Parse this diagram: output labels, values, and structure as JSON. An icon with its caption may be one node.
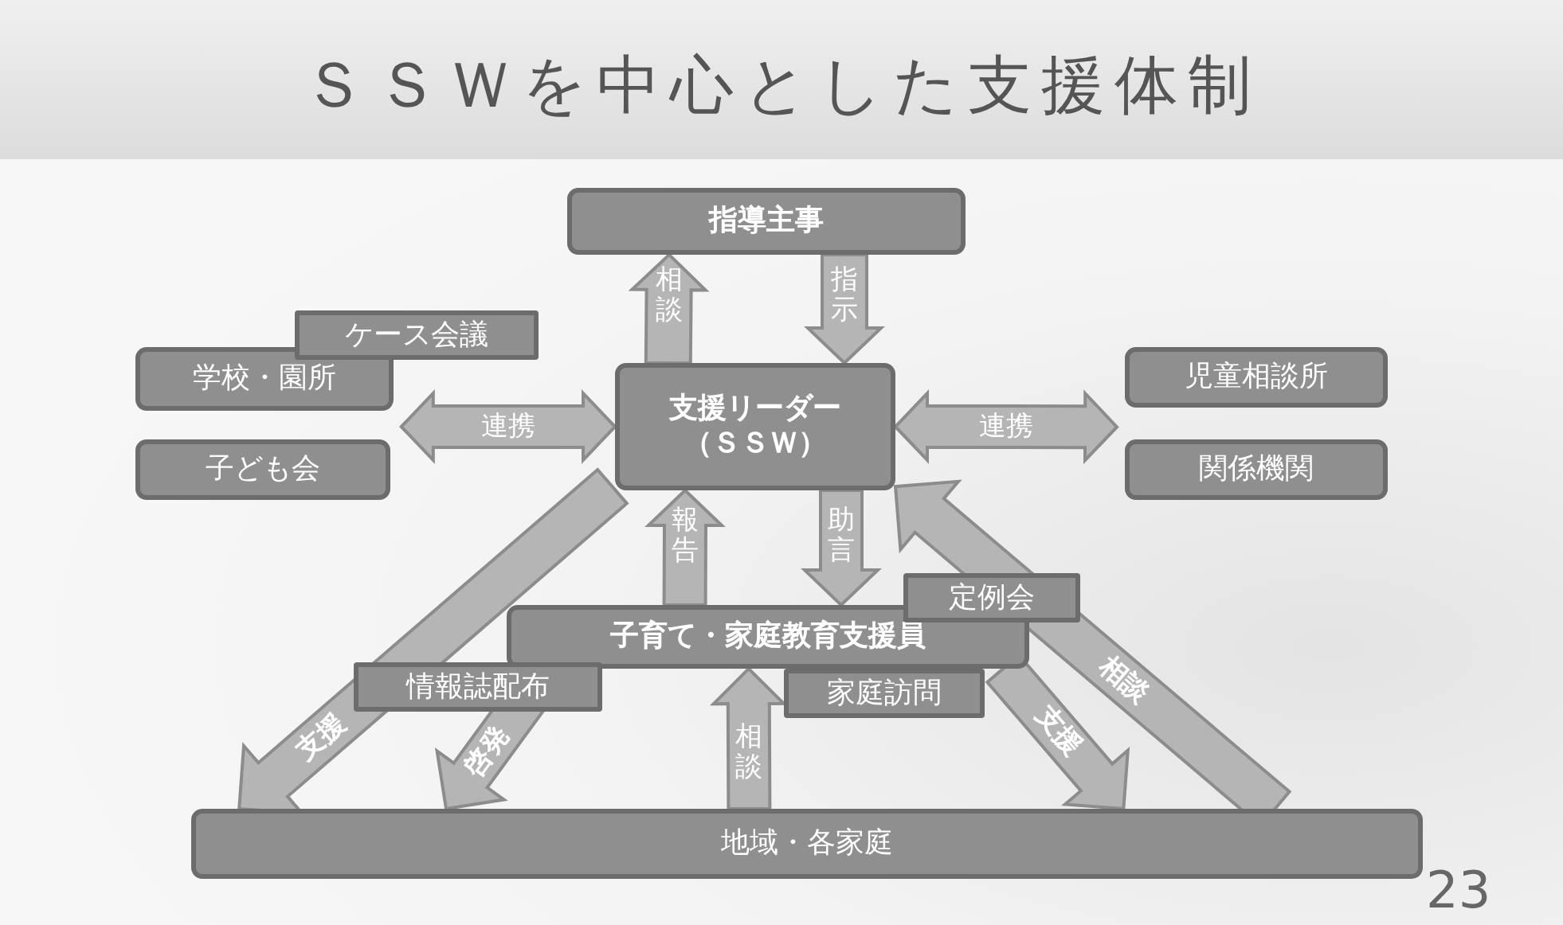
{
  "diagram": {
    "title": "ＳＳＷを中心とした支援体制",
    "nodes": [
      {
        "text": [
          "指導主事"
        ]
      },
      {
        "text": [
          "ケース会議"
        ]
      },
      {
        "text": [
          "学校・園所"
        ]
      },
      {
        "text": [
          "子ども会"
        ]
      },
      {
        "text": [
          "支援リーダー（ＳＳＷ）"
        ]
      },
      {
        "text": [
          "児童相談所"
        ]
      },
      {
        "text": [
          "関係機関"
        ]
      },
      {
        "text": [
          "定例会"
        ]
      },
      {
        "text": [
          "子育て・家庭教育支援員"
        ]
      },
      {
        "text": [
          "情報誌配布"
        ]
      },
      {
        "text": [
          "家庭訪問"
        ]
      },
      {
        "text": [
          "地域・各家庭"
        ]
      }
    ],
    "edges": [
      {
        "from": 4,
        "to": 0,
        "arrow": "to",
        "label": "相談"
      },
      {
        "from": 0,
        "to": 4,
        "arrow": "to",
        "label": "指示"
      },
      {
        "from": 2,
        "to": 4,
        "arrow": "both",
        "label": "連携"
      },
      {
        "from": 4,
        "to": 5,
        "arrow": "both",
        "label": "連携"
      },
      {
        "from": 8,
        "to": 4,
        "arrow": "to",
        "label": "報告"
      },
      {
        "from": 4,
        "to": 8,
        "arrow": "to",
        "label": "助言"
      },
      {
        "from": 4,
        "to": 11,
        "arrow": "to",
        "label": "支援"
      },
      {
        "from": 8,
        "to": 11,
        "arrow": "to",
        "label": "啓発"
      },
      {
        "from": 11,
        "to": 8,
        "arrow": "to",
        "label": "相談"
      },
      {
        "from": 8,
        "to": 11,
        "arrow": "to",
        "label": "支援"
      },
      {
        "from": 11,
        "to": 4,
        "arrow": "to",
        "label": "相談"
      }
    ],
    "labels": [
      "23"
    ]
  }
}
